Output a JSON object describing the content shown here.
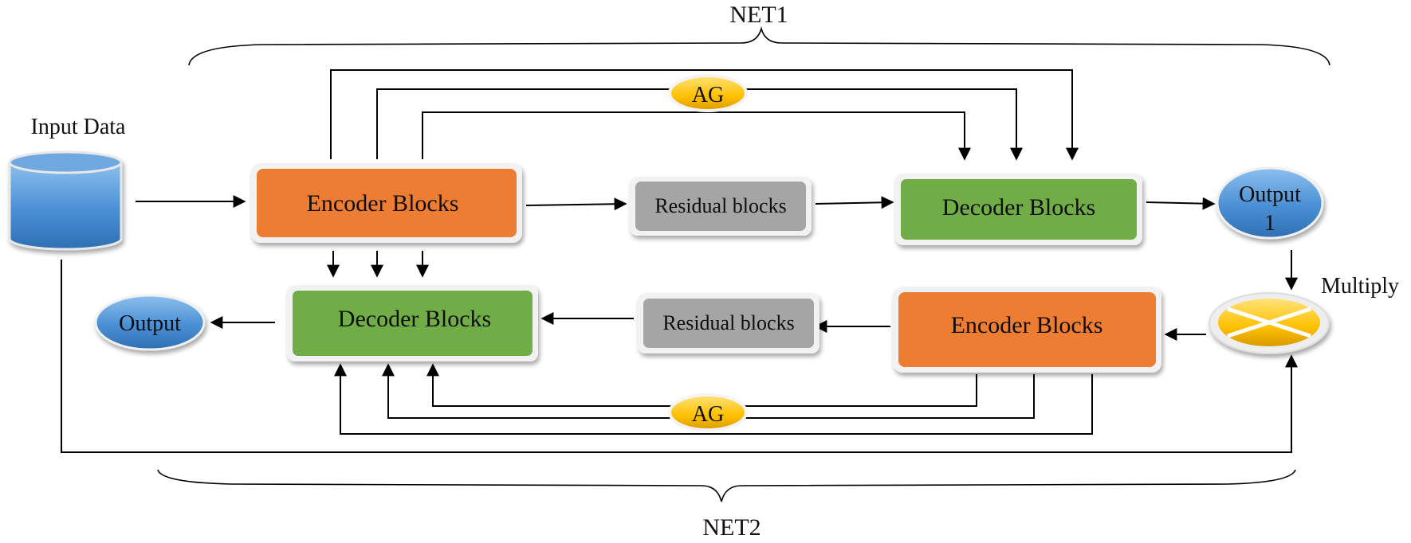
{
  "diagram": {
    "net1_label": "NET1",
    "net2_label": "NET2",
    "input_label": "Input Data",
    "net1": {
      "encoder": "Encoder Blocks",
      "residual": "Residual blocks",
      "decoder": "Decoder Blocks",
      "gate": "AG",
      "output_line1": "Output",
      "output_line2": "1"
    },
    "multiply_label": "Multiply",
    "net2": {
      "encoder": "Encoder Blocks",
      "residual": "Residual blocks",
      "decoder": "Decoder Blocks",
      "gate": "AG",
      "output": "Output"
    }
  },
  "colors": {
    "encoder": "#ED7D31",
    "decoder": "#70AD47",
    "residual": "#A5A5A5",
    "gate": "#FFC000",
    "output": "#5B9BD5",
    "database": "#5B9BD5",
    "multiply": "#FFC000",
    "line": "#000000"
  }
}
